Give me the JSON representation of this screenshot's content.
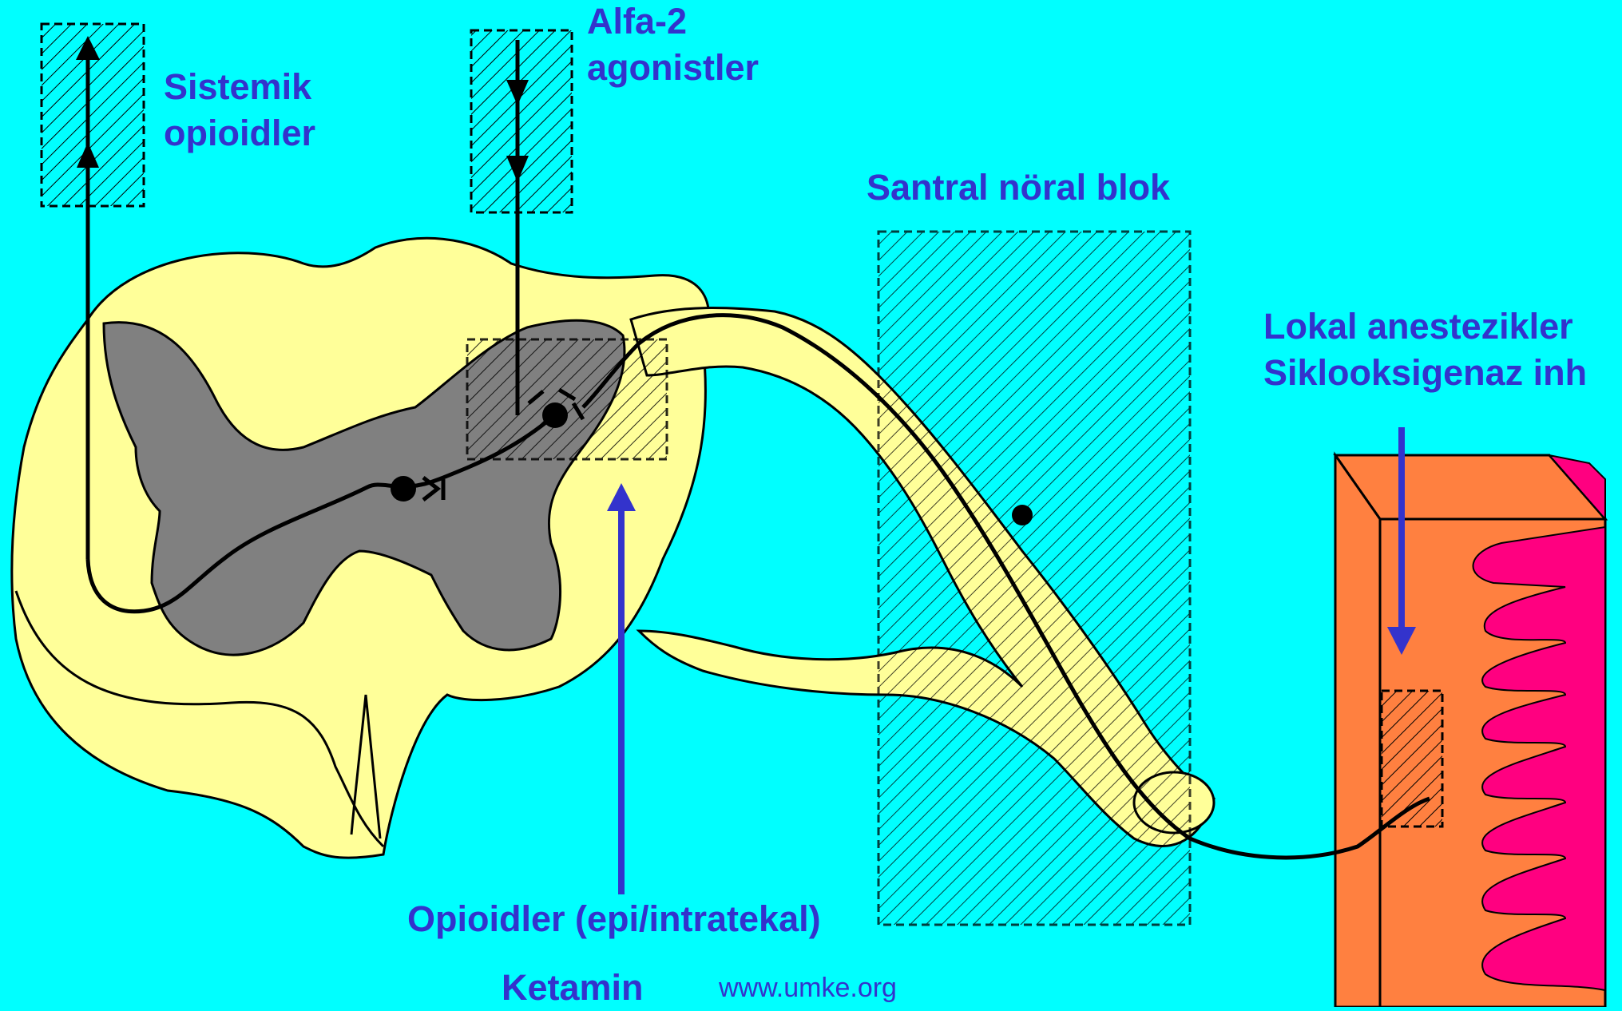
{
  "labels": {
    "systemic_line1": "Sistemik",
    "systemic_line2": "opioidler",
    "alpha2_line1": "Alfa-2",
    "alpha2_line2": "agonistler",
    "central_block": "Santral nöral blok",
    "local_line1": "Lokal anestezikler",
    "local_line2": "Siklooksigenaz inh",
    "opioids_epi": "Opioidler (epi/intratekal)",
    "ketamine": "Ketamin",
    "watermark": "www.umke.org"
  },
  "colors": {
    "background": "#00ffff",
    "cord": "#ffff99",
    "grey_matter": "#808080",
    "tissue_orange": "#ff8040",
    "tissue_magenta": "#ff0080",
    "label_blue": "#3333cc",
    "arrow_blue": "#3333cc"
  }
}
